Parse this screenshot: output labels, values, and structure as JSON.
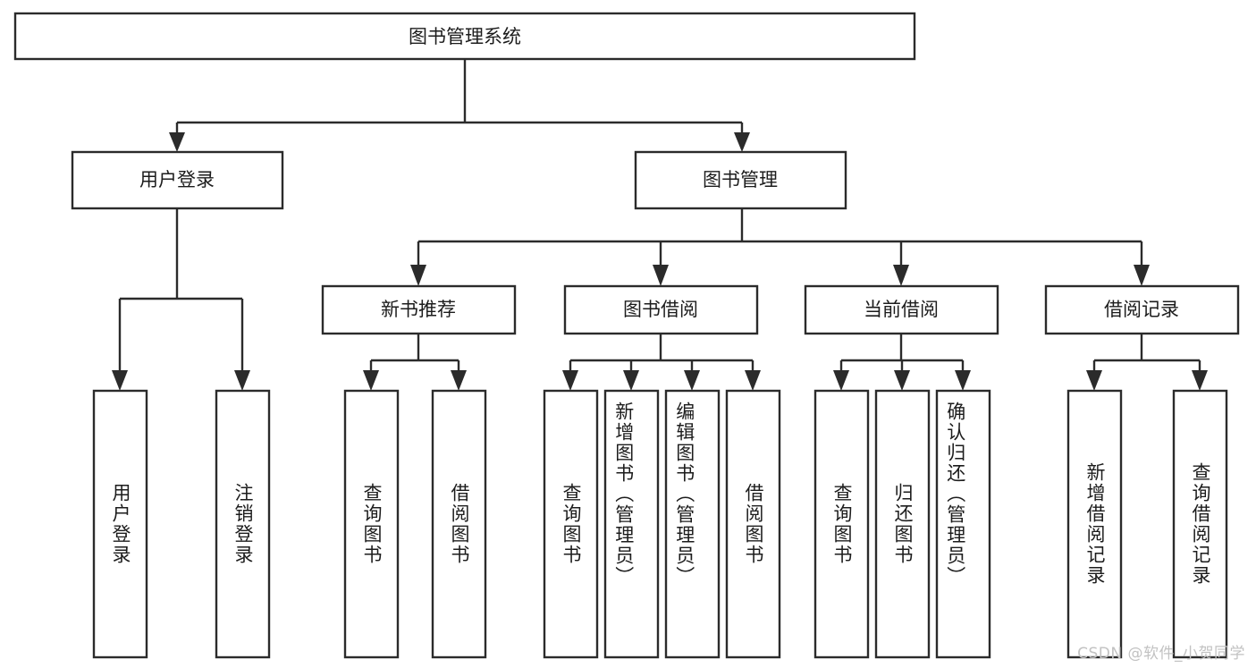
{
  "diagram": {
    "type": "tree-hierarchy",
    "title": "图书管理系统",
    "watermark": "CSDN @软件_小贺同学",
    "colors": {
      "stroke": "#2b2b2b",
      "fill": "#ffffff",
      "text": "#1c1c1c",
      "watermark": "#c2c2c2",
      "background": "#ffffff"
    },
    "root": {
      "label": "图书管理系统",
      "orientation": "horizontal"
    },
    "level2": [
      {
        "label": "用户登录",
        "orientation": "horizontal"
      },
      {
        "label": "图书管理",
        "orientation": "horizontal"
      },
      {
        "label": "新书推荐",
        "orientation": "horizontal"
      },
      {
        "label": "图书借阅",
        "orientation": "horizontal"
      },
      {
        "label": "当前借阅",
        "orientation": "horizontal"
      },
      {
        "label": "借阅记录",
        "orientation": "horizontal"
      }
    ],
    "leaves": [
      {
        "label": "用户登录",
        "orientation": "vertical",
        "parent": "用户登录"
      },
      {
        "label": "注销登录",
        "orientation": "vertical",
        "parent": "用户登录"
      },
      {
        "label": "查询图书",
        "orientation": "vertical",
        "parent": "新书推荐"
      },
      {
        "label": "借阅图书",
        "orientation": "vertical",
        "parent": "新书推荐"
      },
      {
        "label": "查询图书",
        "orientation": "vertical",
        "parent": "图书借阅"
      },
      {
        "label": "新增图书（管理员）",
        "orientation": "vertical",
        "parent": "图书借阅"
      },
      {
        "label": "编辑图书（管理员）",
        "orientation": "vertical",
        "parent": "图书借阅"
      },
      {
        "label": "借阅图书",
        "orientation": "vertical",
        "parent": "图书借阅"
      },
      {
        "label": "查询图书",
        "orientation": "vertical",
        "parent": "当前借阅"
      },
      {
        "label": "归还图书",
        "orientation": "vertical",
        "parent": "当前借阅"
      },
      {
        "label": "确认归还（管理员）",
        "orientation": "vertical",
        "parent": "当前借阅"
      },
      {
        "label": "新增借阅记录",
        "orientation": "vertical",
        "parent": "借阅记录"
      },
      {
        "label": "查询借阅记录",
        "orientation": "vertical",
        "parent": "借阅记录"
      }
    ]
  }
}
